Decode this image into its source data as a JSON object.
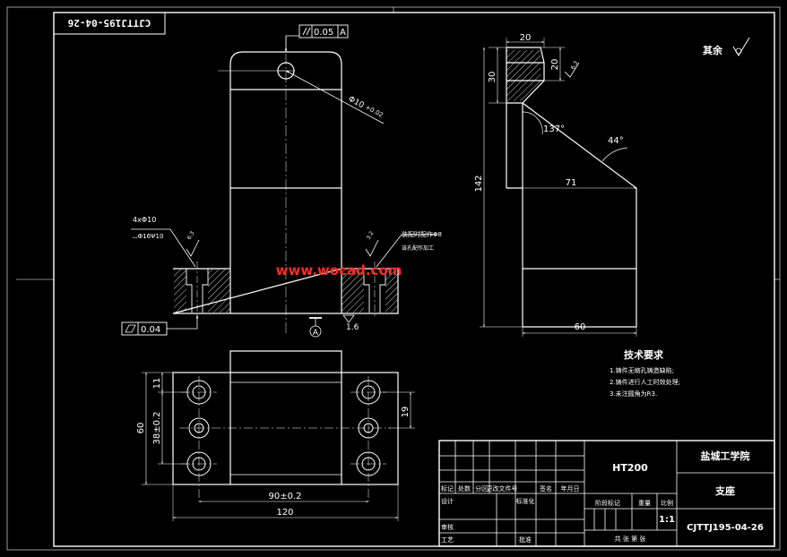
{
  "title_stamp": "CJTTJ195-04-26",
  "surface_note": "其余",
  "views": {
    "front": {
      "parallelism_tol": "0.05",
      "parallelism_datum": "A",
      "hole_dia": "Φ10",
      "hole_tol": "+0.02",
      "holes_note": "4xΦ10",
      "counterbore_note": "⌴Φ16Ψ10",
      "right_note": "装配时配作Φ8",
      "right_note_2": "该孔配作加工",
      "flatness_tol": "0.04",
      "datum_label": "A",
      "rough_left": "6.3",
      "rough_right": "3.2",
      "rough_bottom": "1.6"
    },
    "side": {
      "dim_top_width": "20",
      "dim_top_height": "20",
      "dim_top_total": "30",
      "dim_height": "142",
      "dim_chamfer_len": "71",
      "dim_base_width": "60",
      "angle_left": "137°",
      "angle_right": "44°",
      "rough_top": "6.3"
    },
    "plan": {
      "dim_11": "11",
      "dim_38": "38±0.2",
      "dim_60": "60",
      "dim_19": "19",
      "dim_90": "90±0.2",
      "dim_120": "120"
    }
  },
  "watermark": "www.wocad.com",
  "tech_req": {
    "title": "技术要求",
    "items": [
      "1.铸件无缩孔铸造缺陷;",
      "2.铸件进行人工时效处理;",
      "3.未注圆角为R3."
    ]
  },
  "title_block": {
    "material": "HT200",
    "school": "盐城工学院",
    "part_name": "支座",
    "drawing_no": "CJTTJ195-04-26",
    "scale": "1:1",
    "row_labels": [
      "标记",
      "处数",
      "分区",
      "更改文件号",
      "签名",
      "年月日"
    ],
    "design": "设计",
    "standardize": "标准化",
    "stage_mark": "阶段标记",
    "weight": "重量",
    "scale_label": "比例",
    "check": "审核",
    "process": "工艺",
    "approve": "批准",
    "sheets": "共    张 第    张"
  }
}
